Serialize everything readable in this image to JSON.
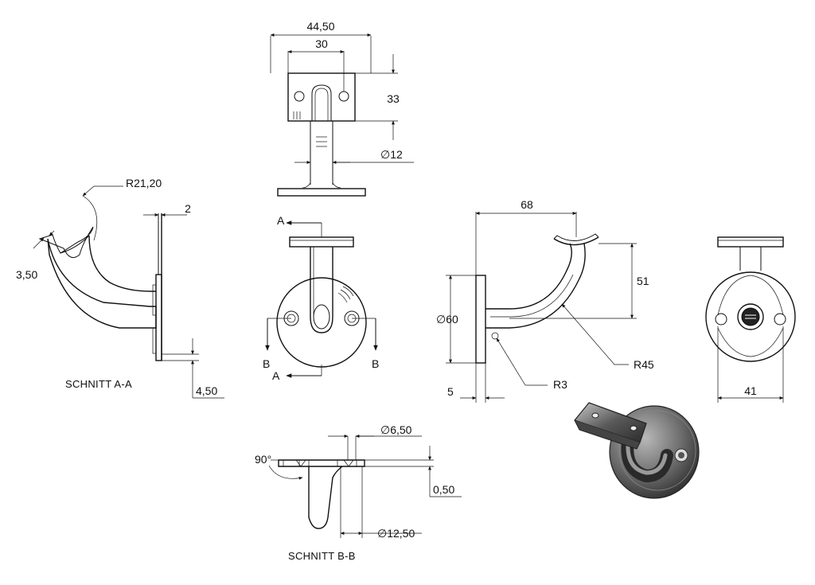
{
  "dimensions": {
    "top_width_outer": "44,50",
    "top_width_inner": "30",
    "top_height": "33",
    "top_rod_dia": "∅12",
    "radius_saddle": "R21,20",
    "section_a_thickness": "2",
    "saddle_edge": "3,50",
    "section_a_bottom": "4,50",
    "side_width": "68",
    "side_height": "51",
    "side_plate_dia": "∅60",
    "side_plate_thickness": "5",
    "side_radius_small": "R3",
    "side_radius_large": "R45",
    "end_width": "41",
    "hole_dia": "∅6,50",
    "countersink_angle": "90°",
    "gap": "0,50",
    "rod_dia_b": "∅12,50"
  },
  "section_labels": {
    "a_top": "A",
    "a_bottom": "A",
    "b_left": "B",
    "b_right": "B"
  },
  "captions": {
    "section_a": "SCHNITT A-A",
    "section_b": "SCHNITT B-B"
  },
  "colors": {
    "line": "#111111",
    "background": "#ffffff",
    "render_dark": "#3a3a3a",
    "render_light": "#9a9a9a"
  }
}
